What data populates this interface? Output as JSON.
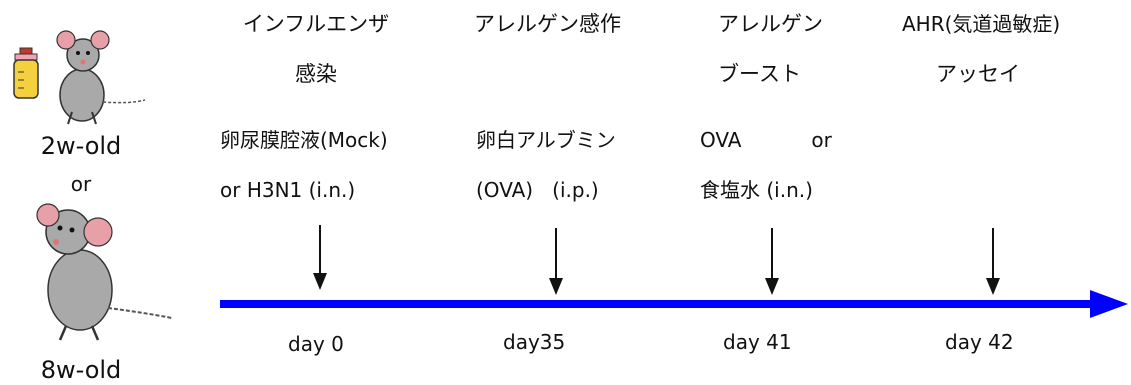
{
  "left_panel": {
    "young_age_label": "2w-old",
    "or_label": "or",
    "adult_age_label": "8w-old"
  },
  "steps": [
    {
      "title_line1": "インフルエンザ",
      "title_line2": "感染",
      "detail_line1": "卵尿膜腔液(Mock)",
      "detail_line2": "or H3N1 (i.n.)",
      "day": "day 0"
    },
    {
      "title_line1": "アレルゲン感作",
      "title_line2": "",
      "detail_line1": "卵白アルブミン",
      "detail_line2": "(OVA)   (i.p.)",
      "day": "day35"
    },
    {
      "title_line1": "アレルゲン",
      "title_line2": "ブースト",
      "detail_line1": "OVA           or",
      "detail_line2": "食塩水 (i.n.)",
      "day": "day 41"
    },
    {
      "title_line1": "AHR(気道過敏症)",
      "title_line2": "アッセイ",
      "detail_line1": "",
      "detail_line2": "",
      "day": "day 42"
    }
  ],
  "colors": {
    "timeline": "#0000ff",
    "mouse_body": "#a9a9a9",
    "mouse_ear": "#e8a0a8",
    "bottle": "#f4d03f"
  }
}
